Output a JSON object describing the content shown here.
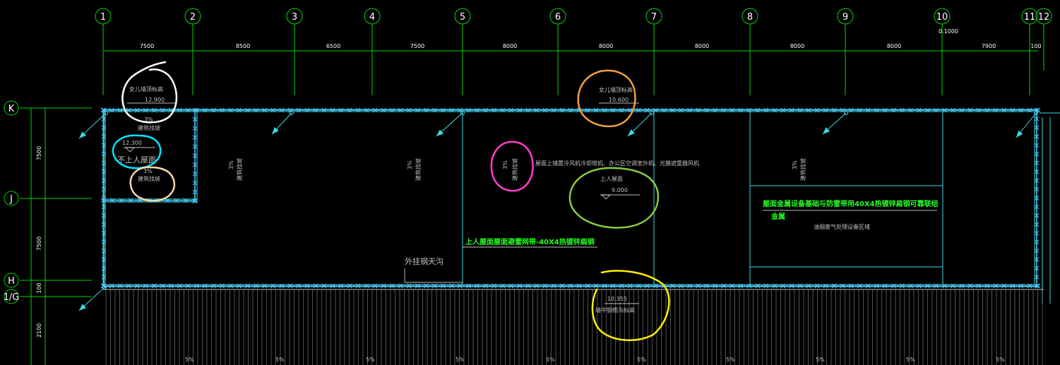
{
  "grid_axes": {
    "vertical": [
      "1",
      "2",
      "3",
      "4",
      "5",
      "6",
      "7",
      "8",
      "9",
      "10",
      "11",
      "12"
    ],
    "horizontal": [
      "K",
      "J",
      "H",
      "1/G"
    ]
  },
  "top_dimensions": [
    "7500",
    "8500",
    "6500",
    "7500",
    "8000",
    "8000",
    "8000",
    "8000",
    "8000",
    "7900",
    "100"
  ],
  "top_extra_label": "0.1000",
  "left_dimensions": [
    "7500",
    "7500",
    "100",
    "2100"
  ],
  "annotations": {
    "parapet_top_left": "女儿墙顶标高",
    "elev_12900": "12.900",
    "slope_arrow_label": "3%",
    "slope_text": "建筑找坡",
    "elev_12300": "12.300",
    "non_accessible_roof": "不上人屋面",
    "parapet_top_mid": "女儿墙顶标高",
    "elev_10600": "10.600",
    "accessible_roof": "上人屋面",
    "elev_9000": "9.000",
    "roof_equipment_note": "屋面上铺置冷风机冷却塔机、办公区空调室外机、光膜遮雷器风机",
    "equipment_platform_note": "屋面金属设备基础与防雷带用40X4热镀锌扁钢可靠联结",
    "equipment_platform_note2": "金属",
    "exhaust_area": "油烟废气处理设备区域",
    "lightning_note": "上人屋面屋面避雷网带-40X4热镀锌扁钢",
    "external_gutter": "外挂钢天沟",
    "elev_10355": "10.355",
    "steel_parapet": "墙中钢檐沟标高",
    "bottom_slope": "5%"
  },
  "highlights": {
    "white": "#ffffff",
    "orange": "#f0a040",
    "cyan": "#00e5ff",
    "peach": "#ffd8a8",
    "magenta": "#ff3fc8",
    "green": "#88cc44",
    "yellow": "#ffee00"
  },
  "colors": {
    "grid_line": "#00d800",
    "wall": "#3fd8e0",
    "lightning": "#4fc8ff",
    "hatch": "#8a8a8a"
  }
}
